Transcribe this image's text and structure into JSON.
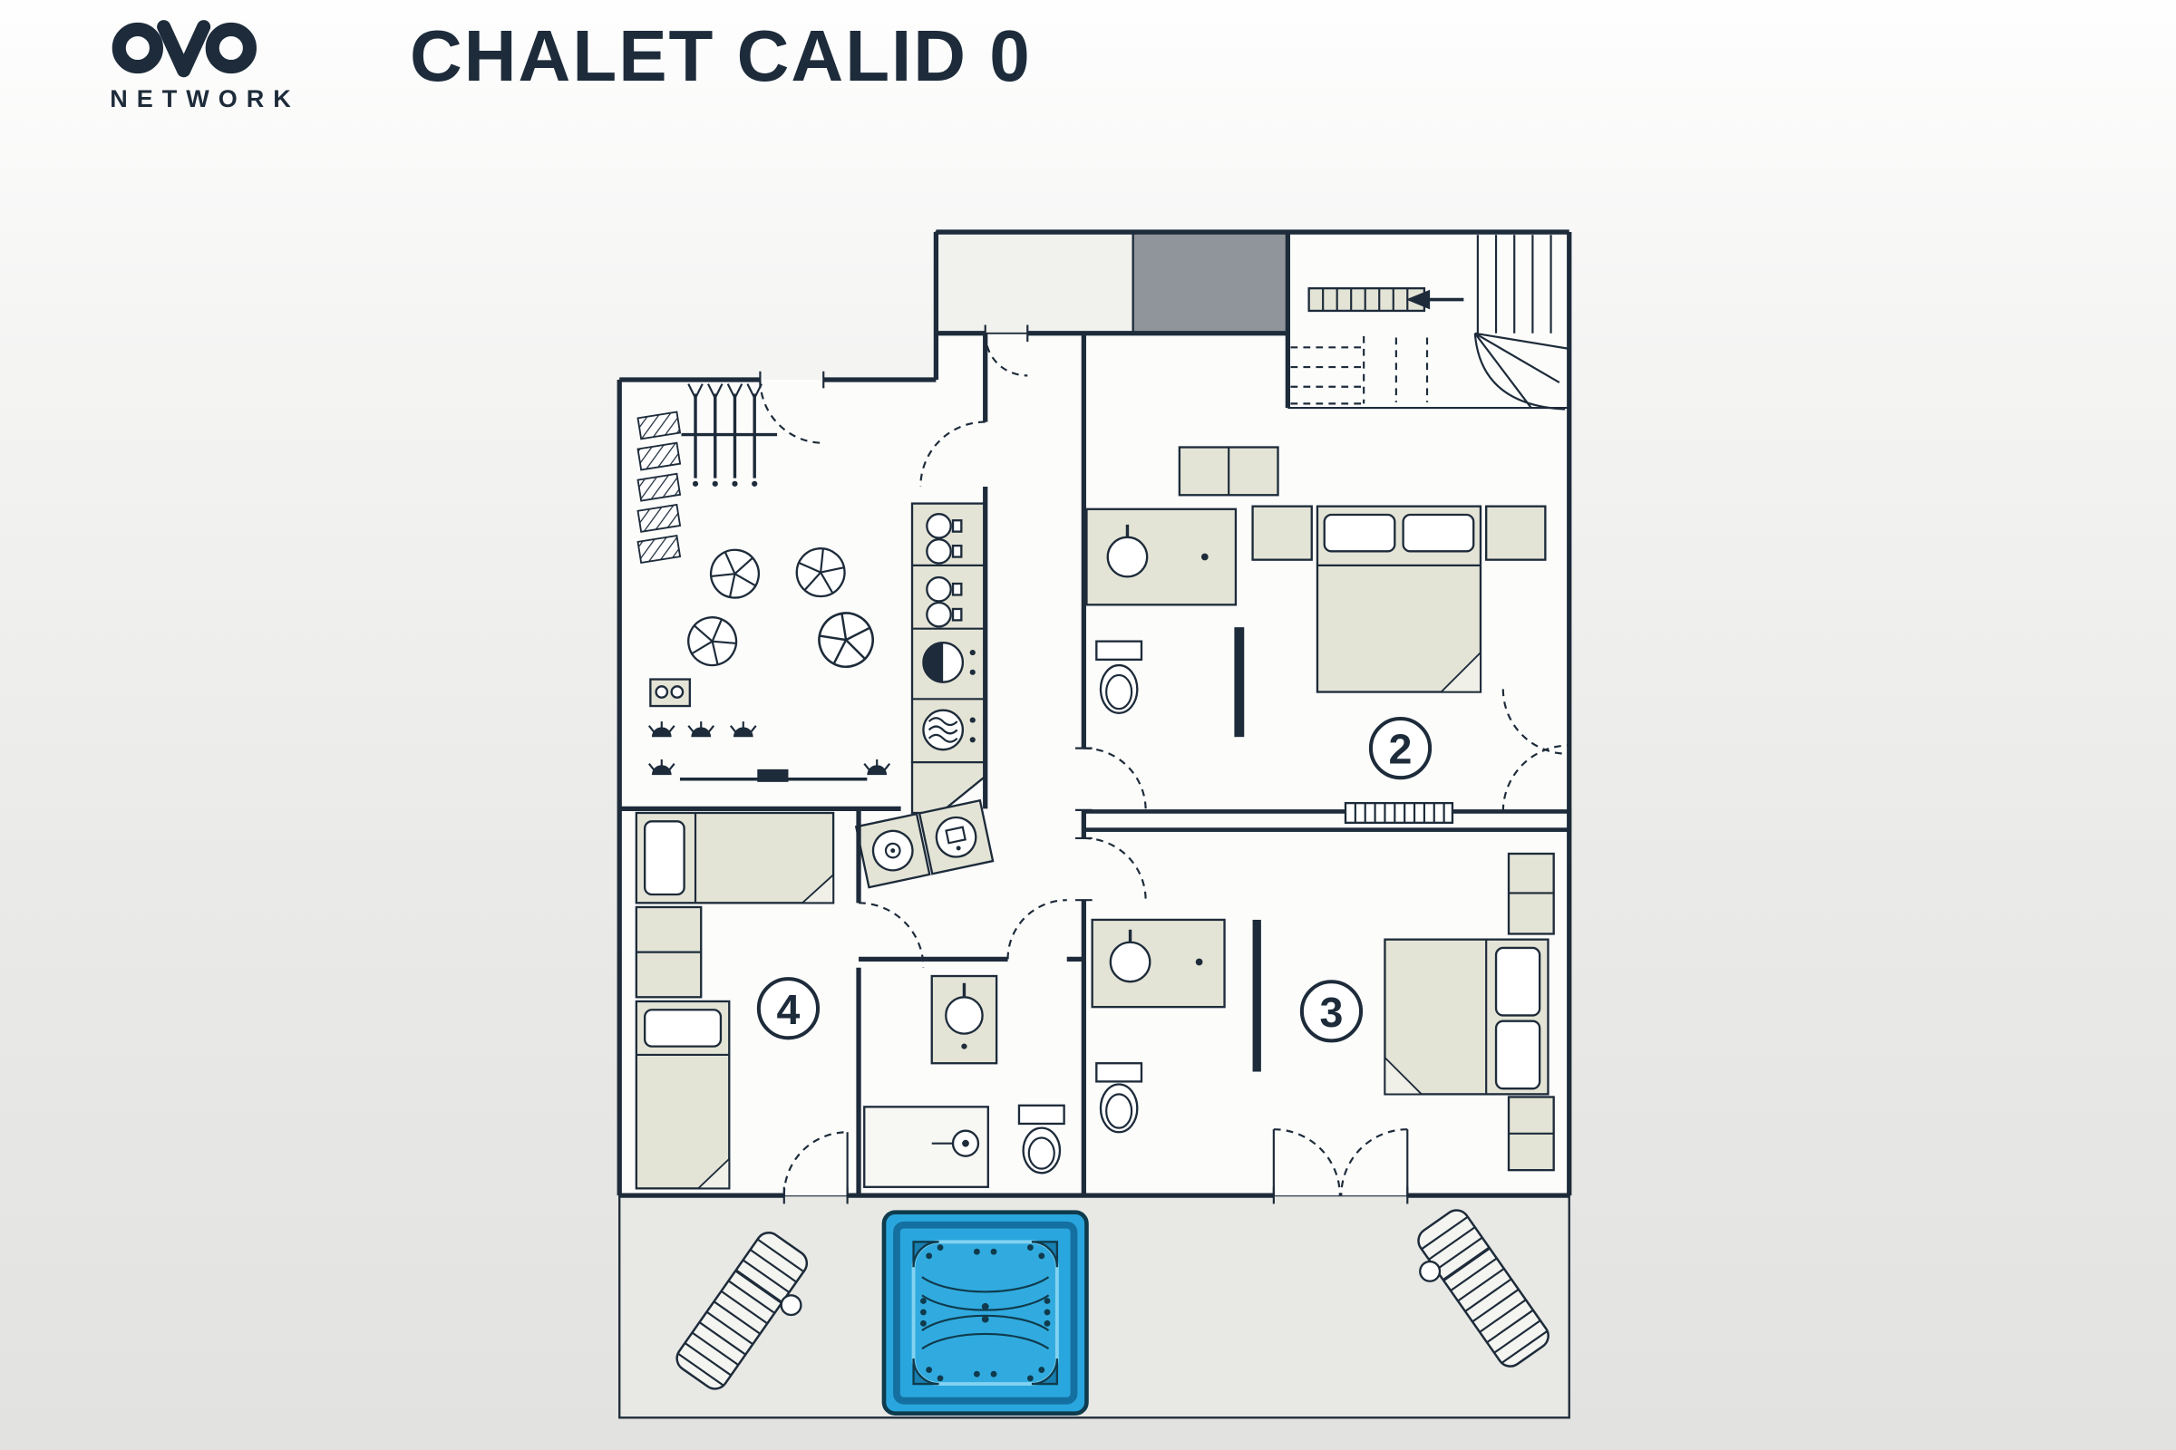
{
  "header": {
    "brand": {
      "name": "OVO",
      "subtitle": "NETWORK"
    },
    "title": "CHALET CALID 0"
  },
  "floorplan": {
    "rooms": [
      {
        "id": "room-2",
        "label": "2"
      },
      {
        "id": "room-3",
        "label": "3"
      },
      {
        "id": "room-4",
        "label": "4"
      }
    ],
    "colors": {
      "ink": "#1d2b3a",
      "furniture": "#e4e4d6",
      "stair_block_gray": "#90959b",
      "hot_tub_blue": "#29a6dd",
      "hot_tub_dark": "#0f3b4d"
    }
  }
}
